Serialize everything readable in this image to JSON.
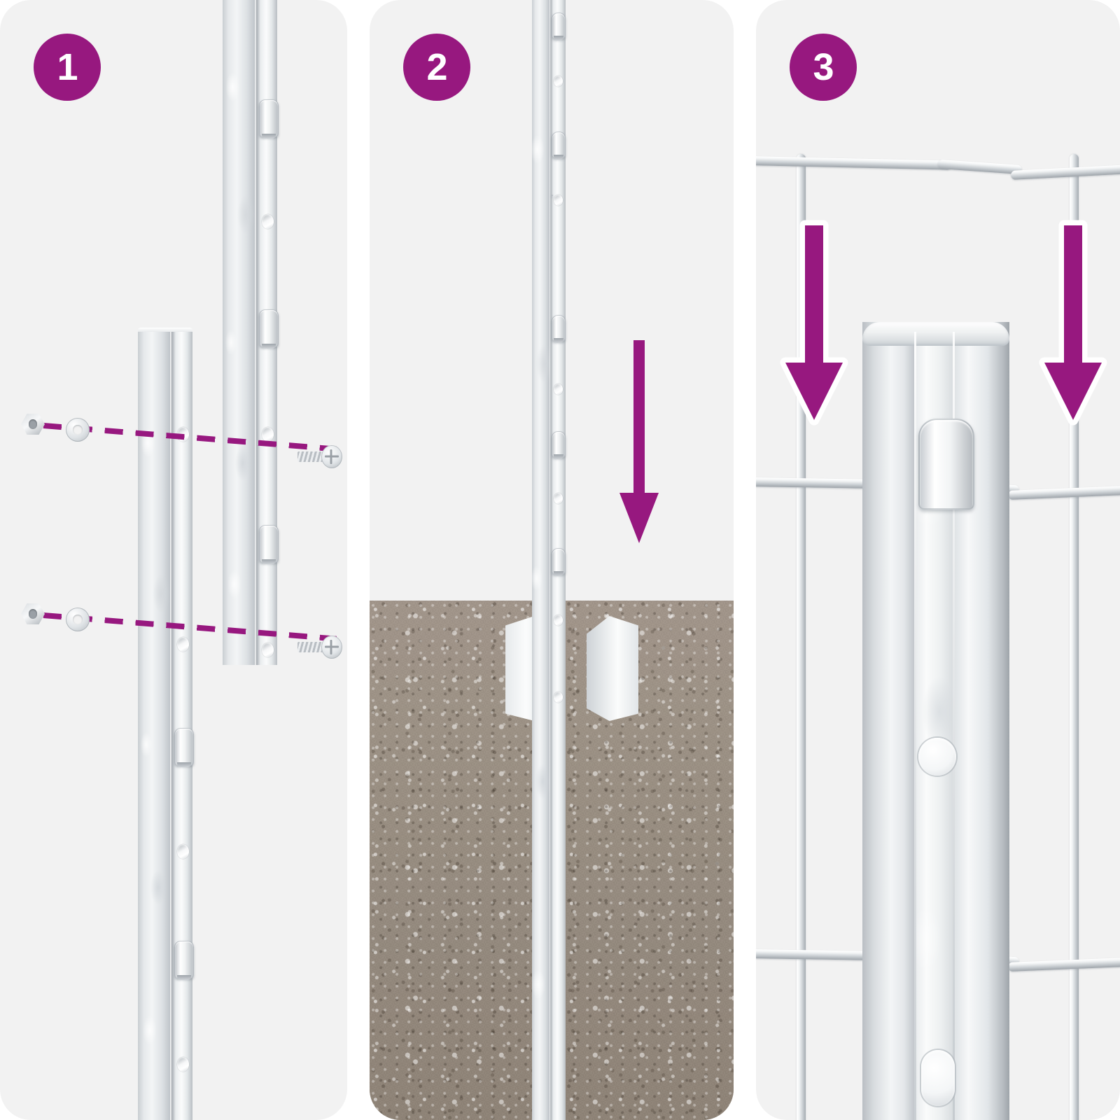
{
  "figure": {
    "kind": "installation-instruction-sequence",
    "panel_count": 3,
    "accent_color": "#97187f",
    "panel_background": "#f2f2f2",
    "page_background": "#ffffff",
    "ground_color": "#9b9084",
    "metal_color": "#e9ecee"
  },
  "panels": [
    {
      "id": "panel-1",
      "step_number": "1",
      "badge_name": "step-1-badge",
      "caption": "",
      "objects": {
        "post_left_name": "galvanised-t-post-left",
        "post_right_name": "galvanised-t-post-right",
        "fasteners": [
          "hex-nut",
          "flat-washer",
          "cross-head-bolt"
        ],
        "assembly_line_count": 2,
        "assembly_line_style": "dashed"
      }
    },
    {
      "id": "panel-2",
      "step_number": "2",
      "badge_name": "step-2-badge",
      "caption": "",
      "objects": {
        "post_name": "galvanised-t-post",
        "anchor_name": "ground-anchor-plate",
        "ground_name": "gravel-ground",
        "arrow_name": "downward-drive-arrow",
        "arrow_direction": "down",
        "arrow_count": 1
      }
    },
    {
      "id": "panel-3",
      "step_number": "3",
      "badge_name": "step-3-badge",
      "caption": "",
      "objects": {
        "post_name": "galvanised-fence-post",
        "mesh_name": "welded-wire-mesh-panel",
        "clip_name": "wire-retaining-clip",
        "hole_name": "post-mounting-hole",
        "arrow_direction": "down",
        "arrow_count": 2,
        "arrow_left_name": "downward-mesh-arrow-left",
        "arrow_right_name": "downward-mesh-arrow-right",
        "horizontal_wire_count": 3,
        "vertical_wire_count": 2
      }
    }
  ]
}
